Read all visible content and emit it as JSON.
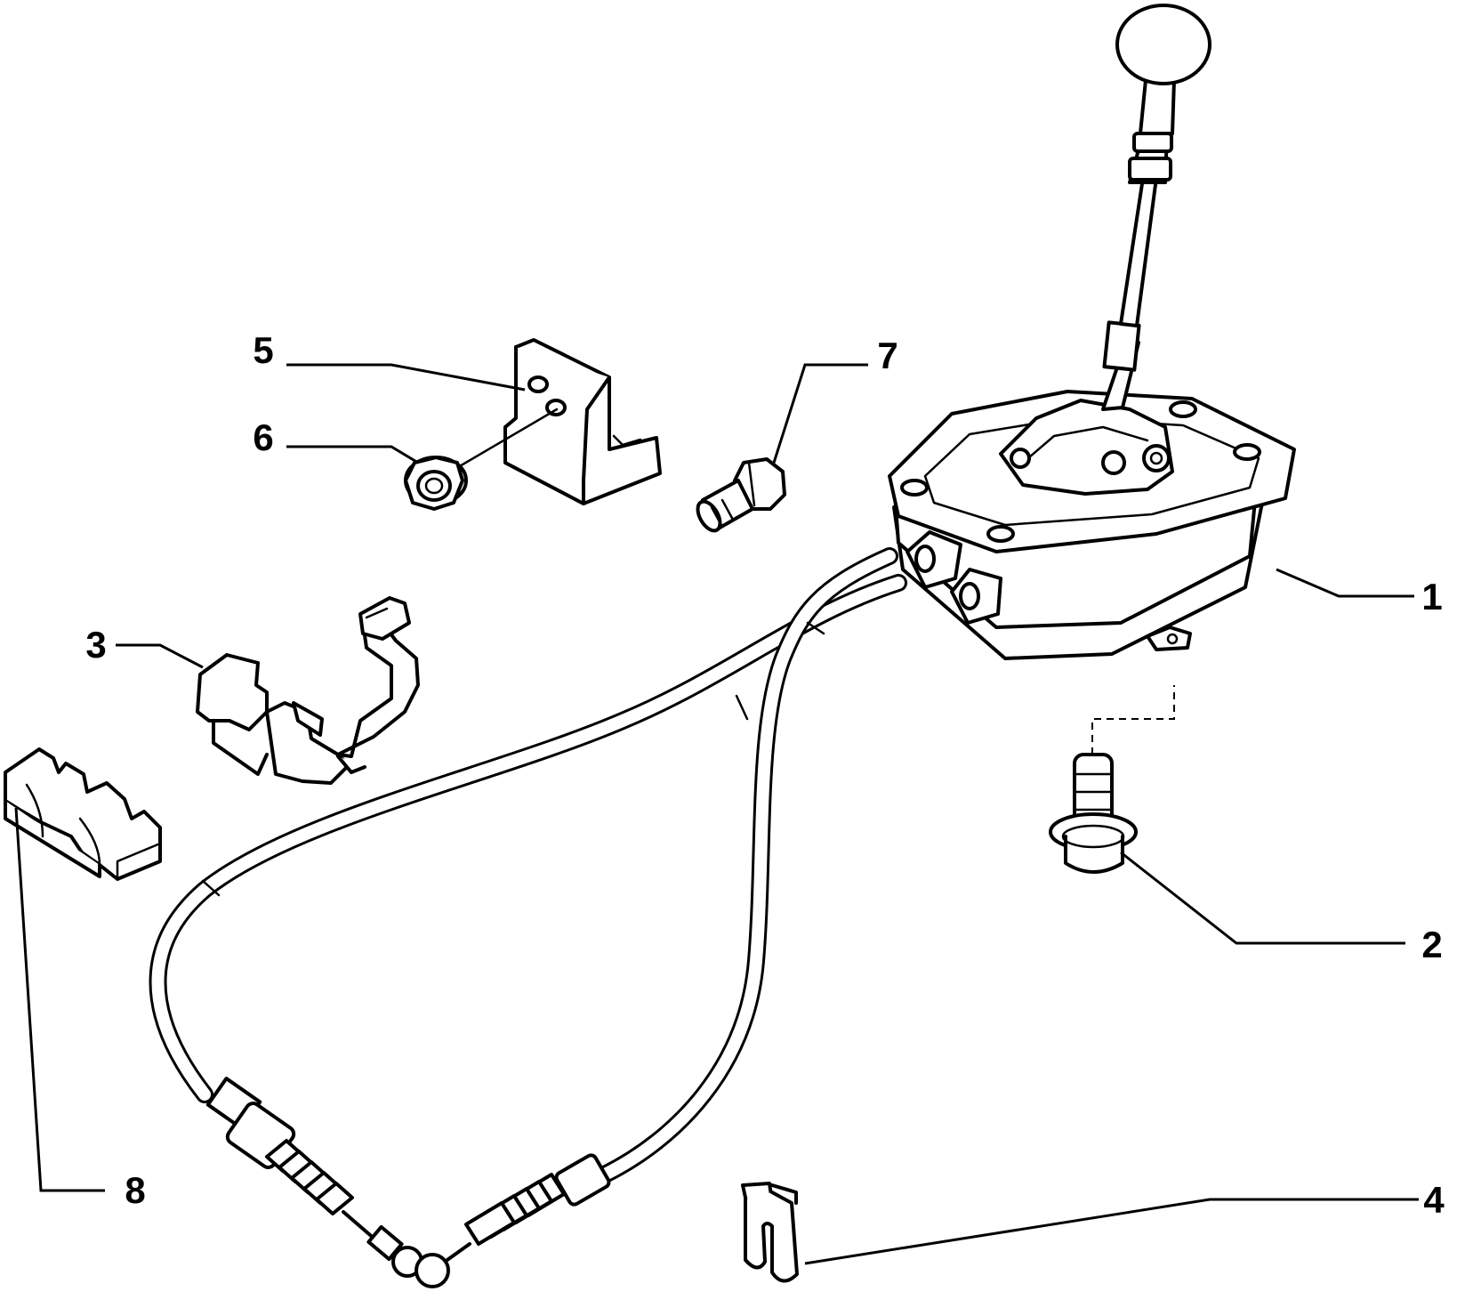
{
  "callouts": [
    {
      "id": "1",
      "label": "1",
      "part": "gear-shift-lever-assembly"
    },
    {
      "id": "2",
      "label": "2",
      "part": "flange-bolt"
    },
    {
      "id": "3",
      "label": "3",
      "part": "cable-retaining-bracket"
    },
    {
      "id": "4",
      "label": "4",
      "part": "spring-clip"
    },
    {
      "id": "5",
      "label": "5",
      "part": "support-bracket"
    },
    {
      "id": "6",
      "label": "6",
      "part": "flange-nut"
    },
    {
      "id": "7",
      "label": "7",
      "part": "stud-bolt"
    },
    {
      "id": "8",
      "label": "8",
      "part": "double-cable-clip"
    }
  ]
}
